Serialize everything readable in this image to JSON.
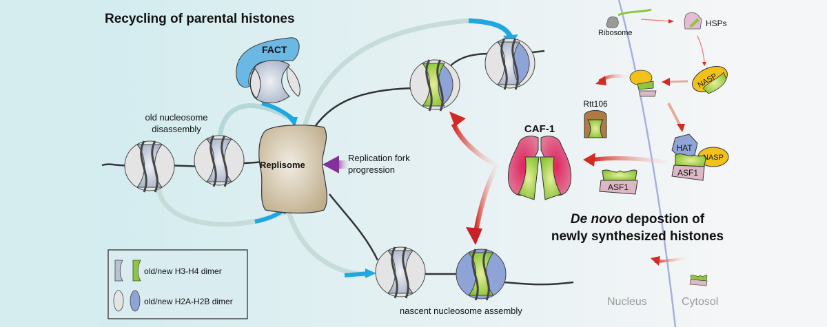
{
  "title": "Recycling of parental histones",
  "labels": {
    "fact": "FACT",
    "old_disassembly_line1": "old nucleosome",
    "old_disassembly_line2": "disassembly",
    "replisome": "Replisome",
    "fork_line1": "Replication fork",
    "fork_line2": "progression",
    "nascent": "nascent nucleosome assembly",
    "caf1": "CAF-1",
    "rtt106": "Rtt106",
    "ribosome": "Ribosome",
    "hsps": "HSPs",
    "nasp_top": "NASP",
    "hat": "HAT",
    "nasp_mid": "NASP",
    "asf1_complex": "ASF1",
    "asf1_free": "ASF1",
    "denovo_italic": "De novo",
    "denovo_rest": " depostion of",
    "denovo_line2": "newly synthesized histones",
    "nucleus": "Nucleus",
    "cytosol": "Cytosol"
  },
  "legend": {
    "items": [
      {
        "label": "old/new H3-H4 dimer"
      },
      {
        "label": "old/new H2A-H2B dimer"
      }
    ]
  },
  "colors": {
    "old_h3h4": "#b8c2d4",
    "new_h3h4": "#8ec63f",
    "old_h2a": "#e4e4e4",
    "new_h2a": "#8ea3d6",
    "fact": "#6bb8e4",
    "replisome": "#c8b99a",
    "caf1": "#d9446d",
    "rtt106": "#b07a45",
    "nasp": "#f2c21b",
    "hat": "#8fa4d8",
    "asf1": "#dcb8c4",
    "hsps": "#e5bcd6",
    "blue_arrow": "#1ea7e1",
    "red_arrow": "#d8322b",
    "purple_arrow": "#8b3a9a",
    "membrane": "#a6b0e0"
  }
}
